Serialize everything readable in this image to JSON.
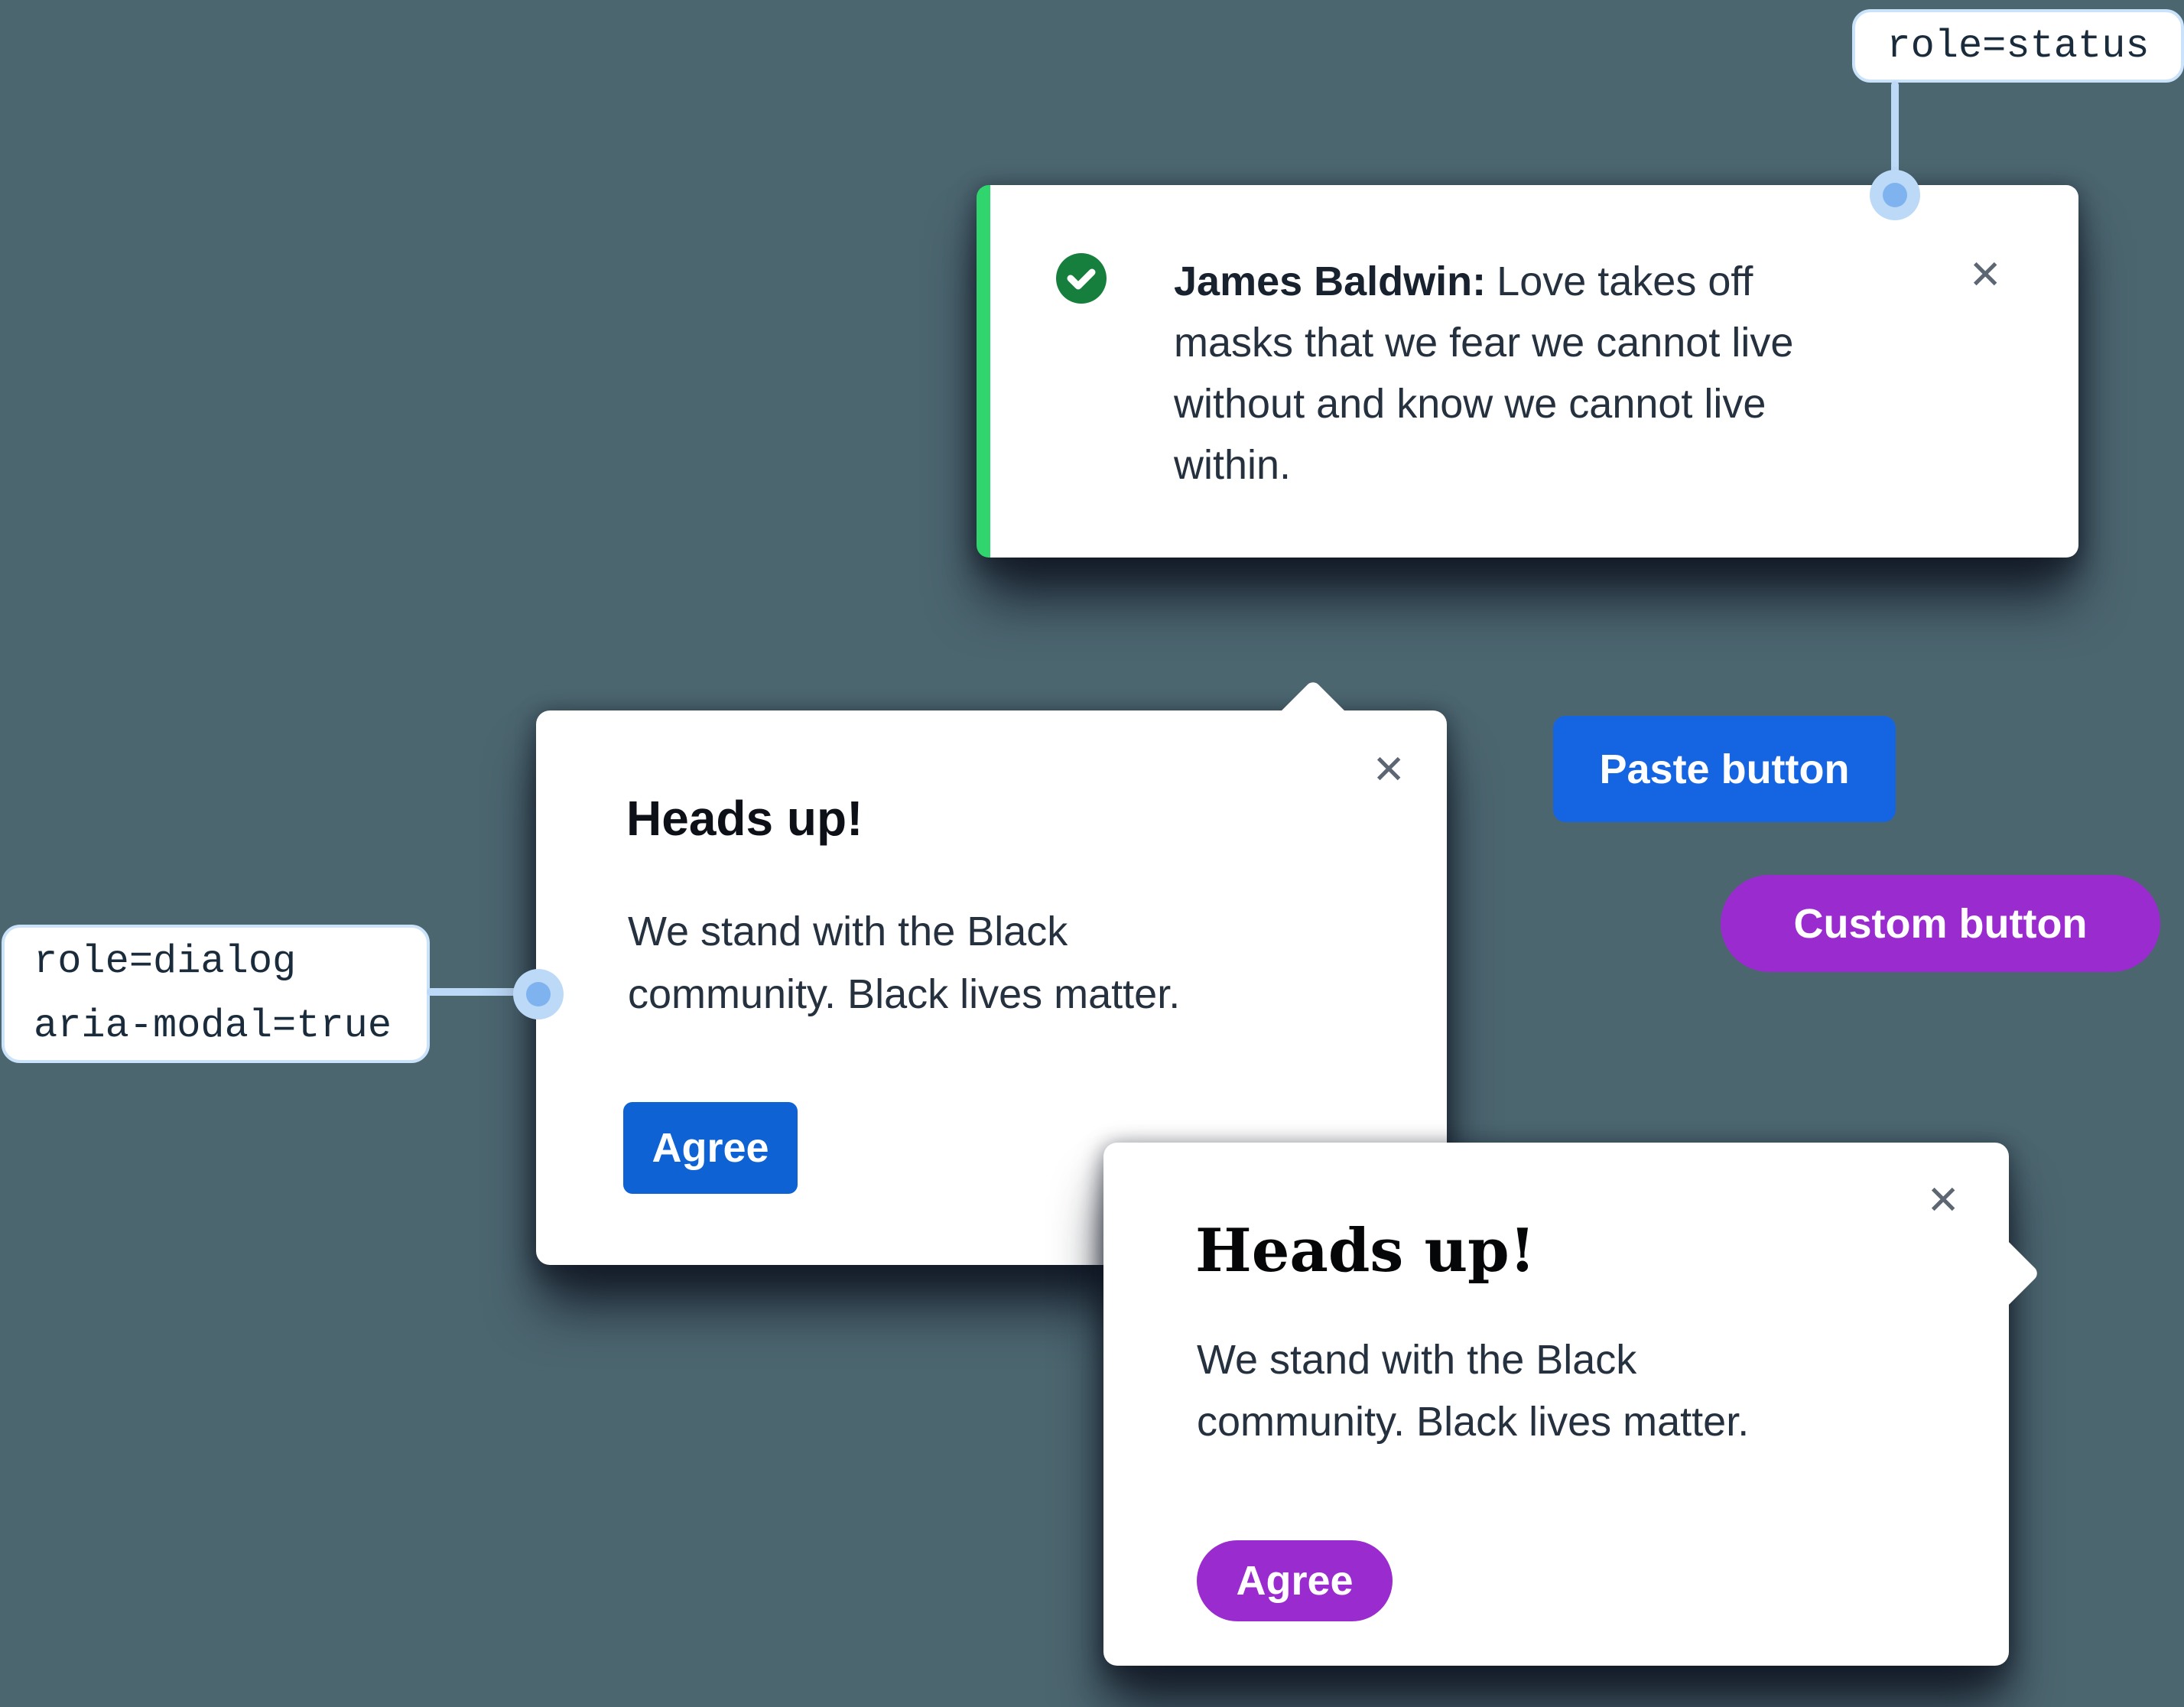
{
  "annotations": {
    "status_label": "role=status",
    "dialog_label_line1": "role=dialog",
    "dialog_label_line2": "aria-modal=true"
  },
  "toast": {
    "author": "James Baldwin:",
    "message": "Love takes off masks that we fear we cannot live without and know we cannot live within.",
    "close_icon": "✕",
    "check_icon_name": "check-circle-icon"
  },
  "dialog_default": {
    "title": "Heads up!",
    "body": "We stand with the Black community. Black lives matter.",
    "agree_label": "Agree",
    "close_icon": "✕"
  },
  "dialog_custom": {
    "title": "Heads up!",
    "body": "We stand with the Black community. Black lives matter.",
    "agree_label": "Agree",
    "close_icon": "✕"
  },
  "buttons": {
    "paste": "Paste button",
    "custom": "Custom button"
  },
  "colors": {
    "background": "#4C6670",
    "paste_blue": "#1565E2",
    "agree_blue": "#0E62D4",
    "purple": "#9A2BCE",
    "green_bar": "#31D56D",
    "green_icon": "#177F3D",
    "annotation_border": "#CBE2FB",
    "annotation_line": "#BCD9F8",
    "dot_fill": "#BCDAF8",
    "dot_core": "#7FB3F0",
    "text_body": "#25313F",
    "text_heading": "#0D1117",
    "text_mono": "#1A2B3C",
    "close_gray": "#5D6673"
  }
}
